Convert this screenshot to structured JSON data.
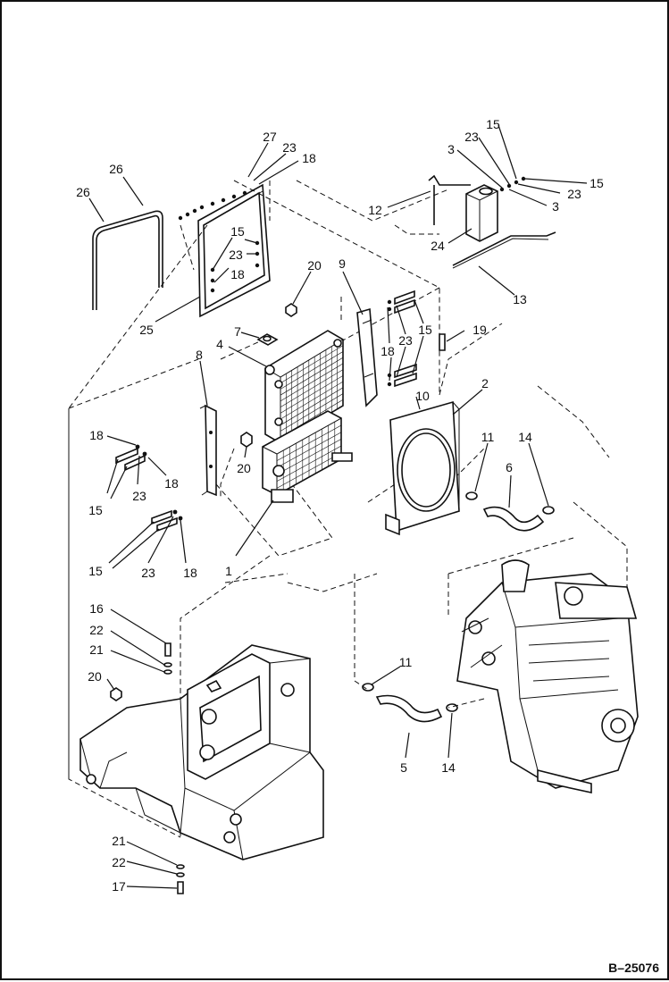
{
  "figure": {
    "reference": "B–25076"
  },
  "callouts": [
    {
      "id": "c1",
      "text": "1"
    },
    {
      "id": "c2",
      "text": "2"
    },
    {
      "id": "c3a",
      "text": "3"
    },
    {
      "id": "c3b",
      "text": "3"
    },
    {
      "id": "c4",
      "text": "4"
    },
    {
      "id": "c5",
      "text": "5"
    },
    {
      "id": "c6",
      "text": "6"
    },
    {
      "id": "c7",
      "text": "7"
    },
    {
      "id": "c8",
      "text": "8"
    },
    {
      "id": "c9",
      "text": "9"
    },
    {
      "id": "c10",
      "text": "10"
    },
    {
      "id": "c11a",
      "text": "11"
    },
    {
      "id": "c11b",
      "text": "11"
    },
    {
      "id": "c12",
      "text": "12"
    },
    {
      "id": "c13",
      "text": "13"
    },
    {
      "id": "c14a",
      "text": "14"
    },
    {
      "id": "c14b",
      "text": "14"
    },
    {
      "id": "c15a",
      "text": "15"
    },
    {
      "id": "c15b",
      "text": "15"
    },
    {
      "id": "c15c",
      "text": "15"
    },
    {
      "id": "c15d",
      "text": "15"
    },
    {
      "id": "c15e",
      "text": "15"
    },
    {
      "id": "c15f",
      "text": "15"
    },
    {
      "id": "c16",
      "text": "16"
    },
    {
      "id": "c17",
      "text": "17"
    },
    {
      "id": "c18a",
      "text": "18"
    },
    {
      "id": "c18b",
      "text": "18"
    },
    {
      "id": "c18c",
      "text": "18"
    },
    {
      "id": "c18d",
      "text": "18"
    },
    {
      "id": "c18e",
      "text": "18"
    },
    {
      "id": "c18f",
      "text": "18"
    },
    {
      "id": "c19",
      "text": "19"
    },
    {
      "id": "c20a",
      "text": "20"
    },
    {
      "id": "c20b",
      "text": "20"
    },
    {
      "id": "c20c",
      "text": "20"
    },
    {
      "id": "c21a",
      "text": "21"
    },
    {
      "id": "c21b",
      "text": "21"
    },
    {
      "id": "c22a",
      "text": "22"
    },
    {
      "id": "c22b",
      "text": "22"
    },
    {
      "id": "c23a",
      "text": "23"
    },
    {
      "id": "c23b",
      "text": "23"
    },
    {
      "id": "c23c",
      "text": "23"
    },
    {
      "id": "c23d",
      "text": "23"
    },
    {
      "id": "c23e",
      "text": "23"
    },
    {
      "id": "c23f",
      "text": "23"
    },
    {
      "id": "c23g",
      "text": "23"
    },
    {
      "id": "c24",
      "text": "24"
    },
    {
      "id": "c25",
      "text": "25"
    },
    {
      "id": "c26a",
      "text": "26"
    },
    {
      "id": "c26b",
      "text": "26"
    },
    {
      "id": "c27",
      "text": "27"
    }
  ]
}
